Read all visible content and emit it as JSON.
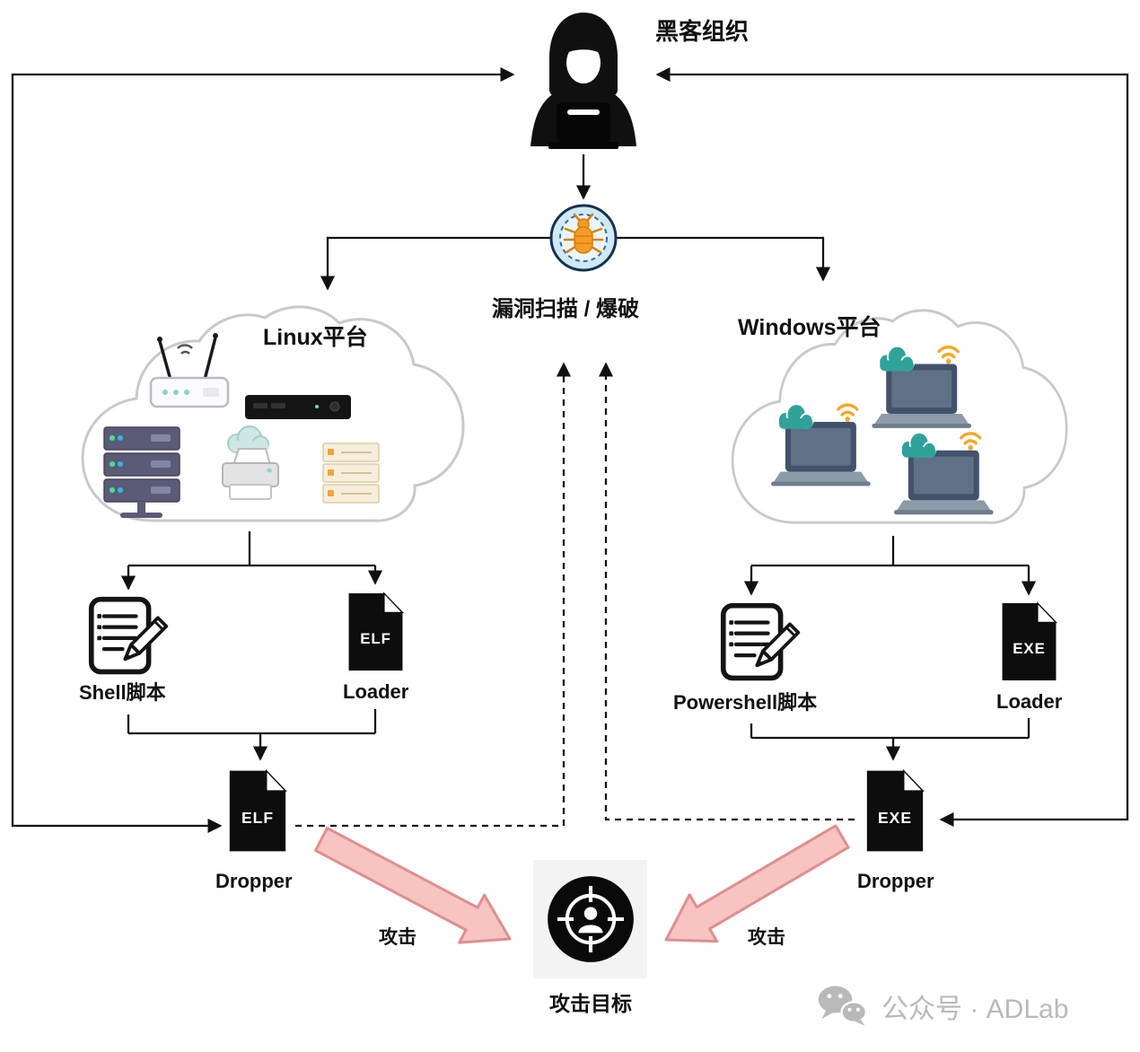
{
  "diagram": {
    "nodes": {
      "hacker": {
        "label": "黑客组织"
      },
      "scan": {
        "label": "漏洞扫描 / 爆破"
      },
      "linux_platform": {
        "label": "Linux平台"
      },
      "windows_platform": {
        "label": "Windows平台"
      },
      "shell_script": {
        "label": "Shell脚本"
      },
      "elf_loader": {
        "badge": "ELF",
        "label": "Loader"
      },
      "elf_dropper": {
        "badge": "ELF",
        "label": "Dropper"
      },
      "powershell_script": {
        "label": "Powershell脚本"
      },
      "exe_loader": {
        "badge": "EXE",
        "label": "Loader"
      },
      "exe_dropper": {
        "badge": "EXE",
        "label": "Dropper"
      },
      "target": {
        "label": "攻击目标"
      }
    },
    "edge_labels": {
      "attack_left": "攻击",
      "attack_right": "攻击"
    }
  },
  "watermark": {
    "text": "公众号 · ADLab"
  },
  "colors": {
    "line": "#111111",
    "label": "#111111",
    "attack_fill": "#f7c3c3",
    "attack_stroke": "#e08e8e",
    "watermark": "#b9b9b9",
    "scan_bg": "#cfe9f7",
    "scan_ring": "#16324f",
    "bug": "#f59c28",
    "cloud_stroke": "#c9c9c9"
  }
}
